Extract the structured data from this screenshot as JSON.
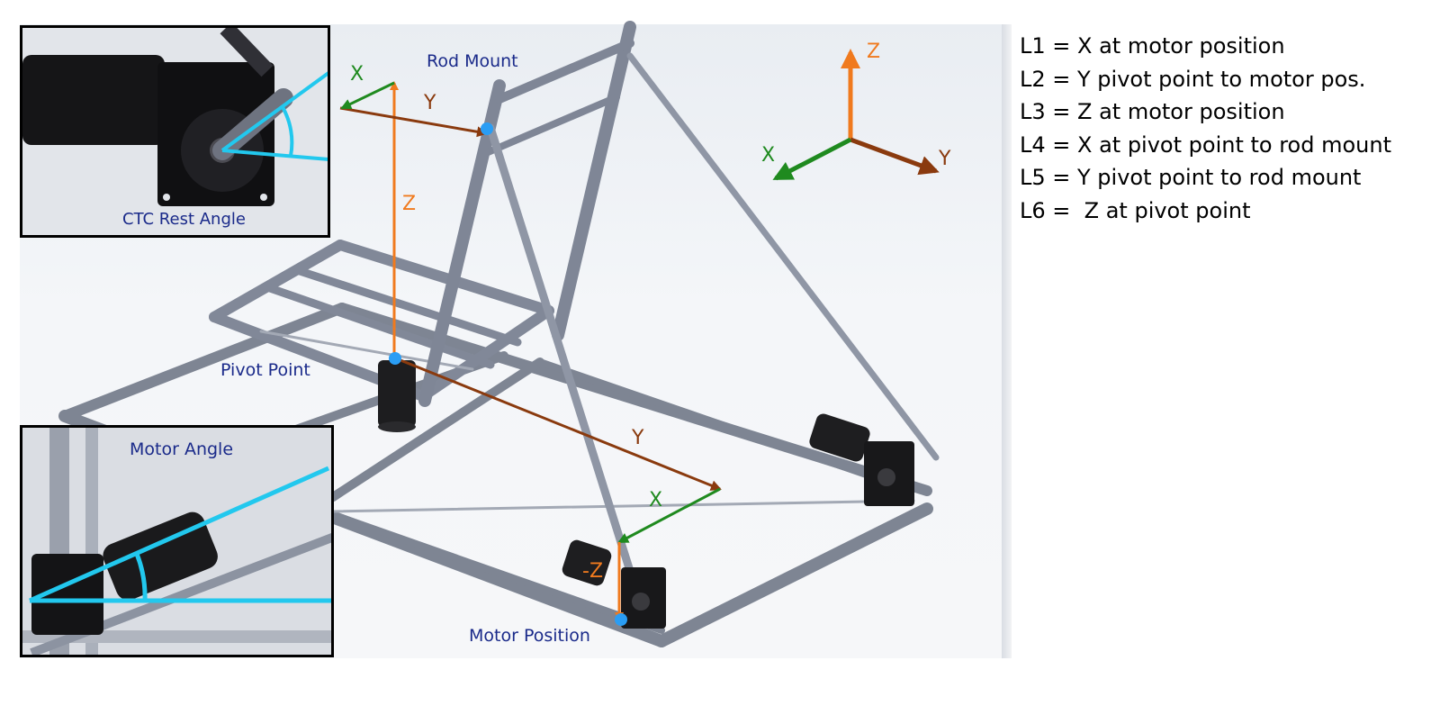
{
  "labels": {
    "rod_mount": "Rod Mount",
    "pivot_point": "Pivot Point",
    "motor_position": "Motor Position",
    "ctc_rest_angle": "CTC Rest Angle",
    "motor_angle": "Motor Angle"
  },
  "axes": {
    "top_left": {
      "x": "X",
      "y": "Y",
      "z": "Z"
    },
    "center": {
      "x": "X",
      "y": "Y",
      "z": "-Z"
    },
    "reference": {
      "x": "X",
      "y": "Y",
      "z": "Z"
    }
  },
  "legend": [
    "L1 = X at motor position",
    "L2 = Y pivot point to motor pos.",
    "L3 = Z at motor position",
    "L4 = X at pivot point to rod mount",
    "L5 = Y pivot point to rod mount",
    "L6 =  Z at pivot point"
  ],
  "colors": {
    "x_axis": "#1f8a1f",
    "y_axis": "#8a3a0e",
    "z_axis": "#f07a1e",
    "angle_line": "#22c8ee",
    "point_marker": "#2a9df4",
    "label_text": "#1a2a8a",
    "frame": "#8e94a2"
  },
  "icons": {
    "motor": "dc-motor-icon",
    "point": "blue-dot-marker"
  }
}
